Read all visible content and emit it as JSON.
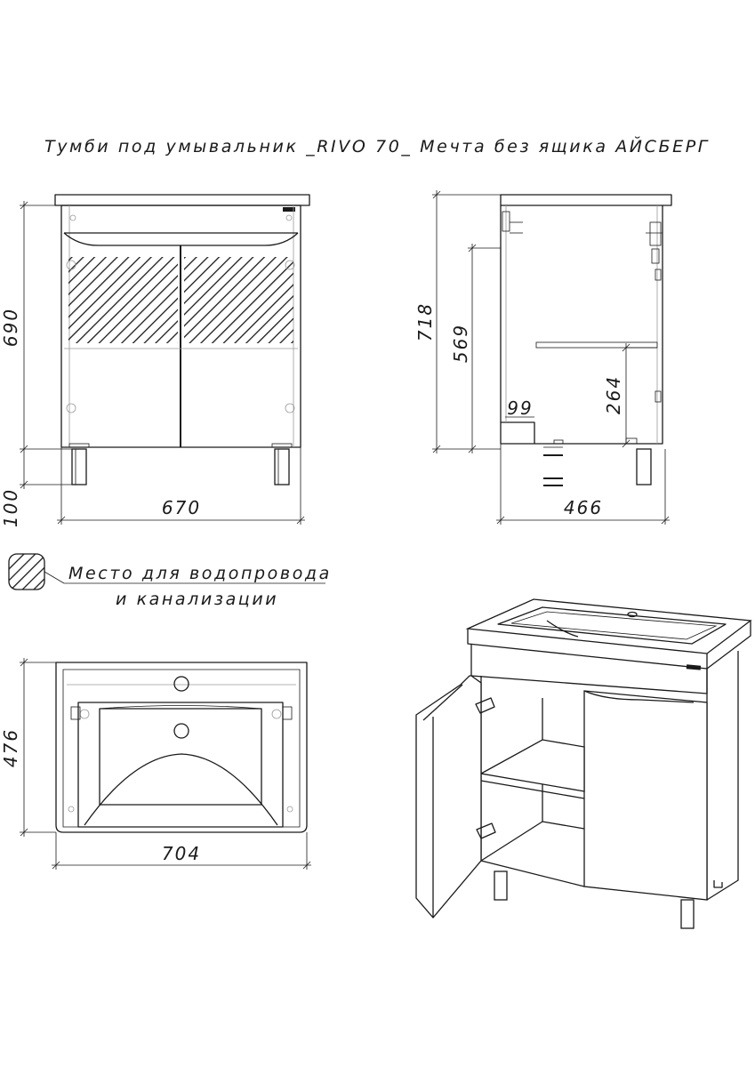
{
  "title": "Тумби под умывальник _RIVO 70_ Мечта без ящика АЙСБЕРГ",
  "front_view": {
    "height_label": "690",
    "legs_label": "100",
    "width_label": "670"
  },
  "side_view": {
    "total_height_label": "718",
    "inner_height_label": "569",
    "shelf_height_label": "264",
    "plinth_label": "99",
    "depth_label": "466"
  },
  "legend": {
    "line1": "Место для водопровода",
    "line2": "и канализации"
  },
  "top_view": {
    "depth_label": "476",
    "width_label": "704"
  }
}
